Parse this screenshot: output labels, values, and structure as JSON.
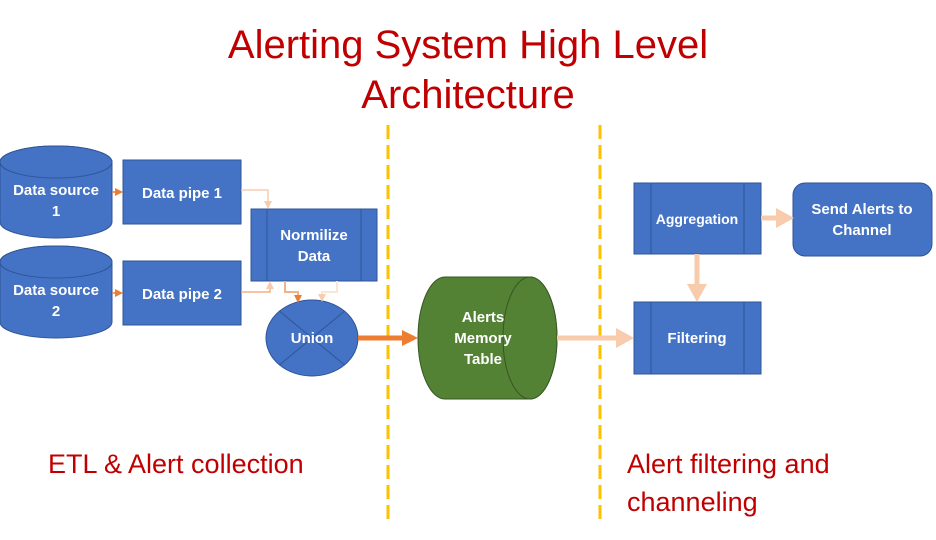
{
  "title": {
    "line1": "Alerting System High Level",
    "line2": "Architecture"
  },
  "sections": {
    "left": "ETL & Alert collection",
    "right_line1": "Alert filtering and",
    "right_line2": "channeling"
  },
  "nodes": {
    "data_source_1": {
      "line1": "Data source",
      "line2": "1",
      "shape": "database-cylinder"
    },
    "data_source_2": {
      "line1": "Data source",
      "line2": "2",
      "shape": "database-cylinder"
    },
    "data_pipe_1": {
      "label": "Data pipe 1",
      "shape": "process"
    },
    "data_pipe_2": {
      "label": "Data pipe 2",
      "shape": "process"
    },
    "normalize": {
      "line1": "Normilize",
      "line2": "Data",
      "shape": "predefined-process"
    },
    "union": {
      "label": "Union",
      "shape": "summing-junction"
    },
    "memory_table": {
      "line1": "Alerts",
      "line2": "Memory",
      "line3": "Table",
      "shape": "direct-access-storage"
    },
    "aggregation": {
      "label": "Aggregation",
      "shape": "predefined-process"
    },
    "filtering": {
      "label": "Filtering",
      "shape": "predefined-process"
    },
    "send_alerts": {
      "line1": "Send Alerts to",
      "line2": "Channel",
      "shape": "rounded-process"
    }
  },
  "edges": [
    {
      "from": "data_source_1",
      "to": "data_pipe_1"
    },
    {
      "from": "data_source_2",
      "to": "data_pipe_2"
    },
    {
      "from": "data_pipe_1",
      "to": "normalize"
    },
    {
      "from": "data_pipe_2",
      "to": "normalize"
    },
    {
      "from": "normalize",
      "to": "union"
    },
    {
      "from": "union",
      "to": "memory_table"
    },
    {
      "from": "memory_table",
      "to": "filtering"
    },
    {
      "from": "aggregation",
      "to": "filtering"
    },
    {
      "from": "aggregation",
      "to": "send_alerts"
    }
  ],
  "colors": {
    "title": "#c00000",
    "node_blue": "#4472c4",
    "node_blue_border": "#2f5597",
    "node_green": "#548235",
    "node_green_border": "#375623",
    "arrow_orange": "#ed7d31",
    "arrow_light": "#f8cbad",
    "divider": "#ffc000"
  }
}
